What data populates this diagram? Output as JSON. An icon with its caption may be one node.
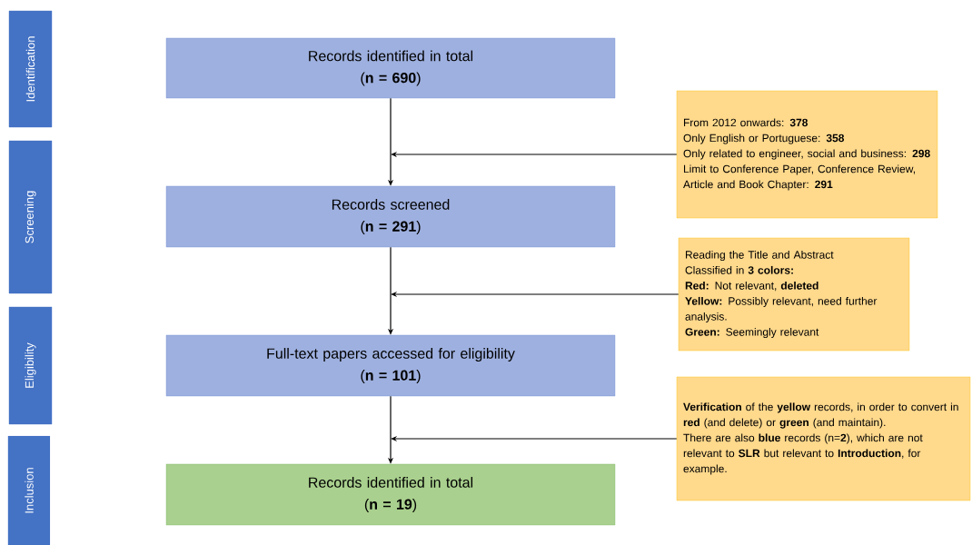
{
  "diagram": {
    "nodes": [
      {
        "text": [
          "Identification"
        ]
      },
      {
        "text": [
          "Screening"
        ]
      },
      {
        "text": [
          "Eligibility"
        ]
      },
      {
        "text": [
          "Inclusion"
        ]
      },
      {
        "text": [
          "Records identified in total",
          "(**n = 690**)"
        ]
      },
      {
        "text": [
          "From 2012 onwards: **378**",
          "Only English or Portuguese: **358**",
          "Only related to engineer, social and business: **298**",
          "Limit to Conference Paper, Conference Review, Article and Book Chapter: **291**"
        ]
      },
      {
        "text": [
          "Records screened",
          "(**n = 291**)"
        ]
      },
      {
        "text": [
          "Reading the Title and Abstract",
          "Classified in **3 colors:**",
          "**Red:** Not relevant, **deleted**",
          "**Yellow:** Possibly relevant, need further analysis.",
          "**Green:** Seemingly relevant"
        ]
      },
      {
        "text": [
          "Full-text papers accessed for eligibility",
          "(**n = 101**)"
        ]
      },
      {
        "text": [
          "**Verification** of the **yellow** records, in order to convert in **red** (and delete) or **green** (and maintain).",
          "There are also **blue** records (n=**2**), which are not relevant to **SLR** but relevant to **Introduction**, for example."
        ]
      },
      {
        "text": [
          "Records identified in total",
          "(**n = 19**)"
        ]
      }
    ],
    "edges": [
      {
        "from": 4,
        "to": 6,
        "arrow": "to"
      },
      {
        "from": 5,
        "to": null,
        "arrow": "to"
      },
      {
        "from": 6,
        "to": 8,
        "arrow": "to"
      },
      {
        "from": 7,
        "to": null,
        "arrow": "to"
      },
      {
        "from": 8,
        "to": 10,
        "arrow": "to"
      },
      {
        "from": 9,
        "to": null,
        "arrow": "to"
      }
    ]
  }
}
